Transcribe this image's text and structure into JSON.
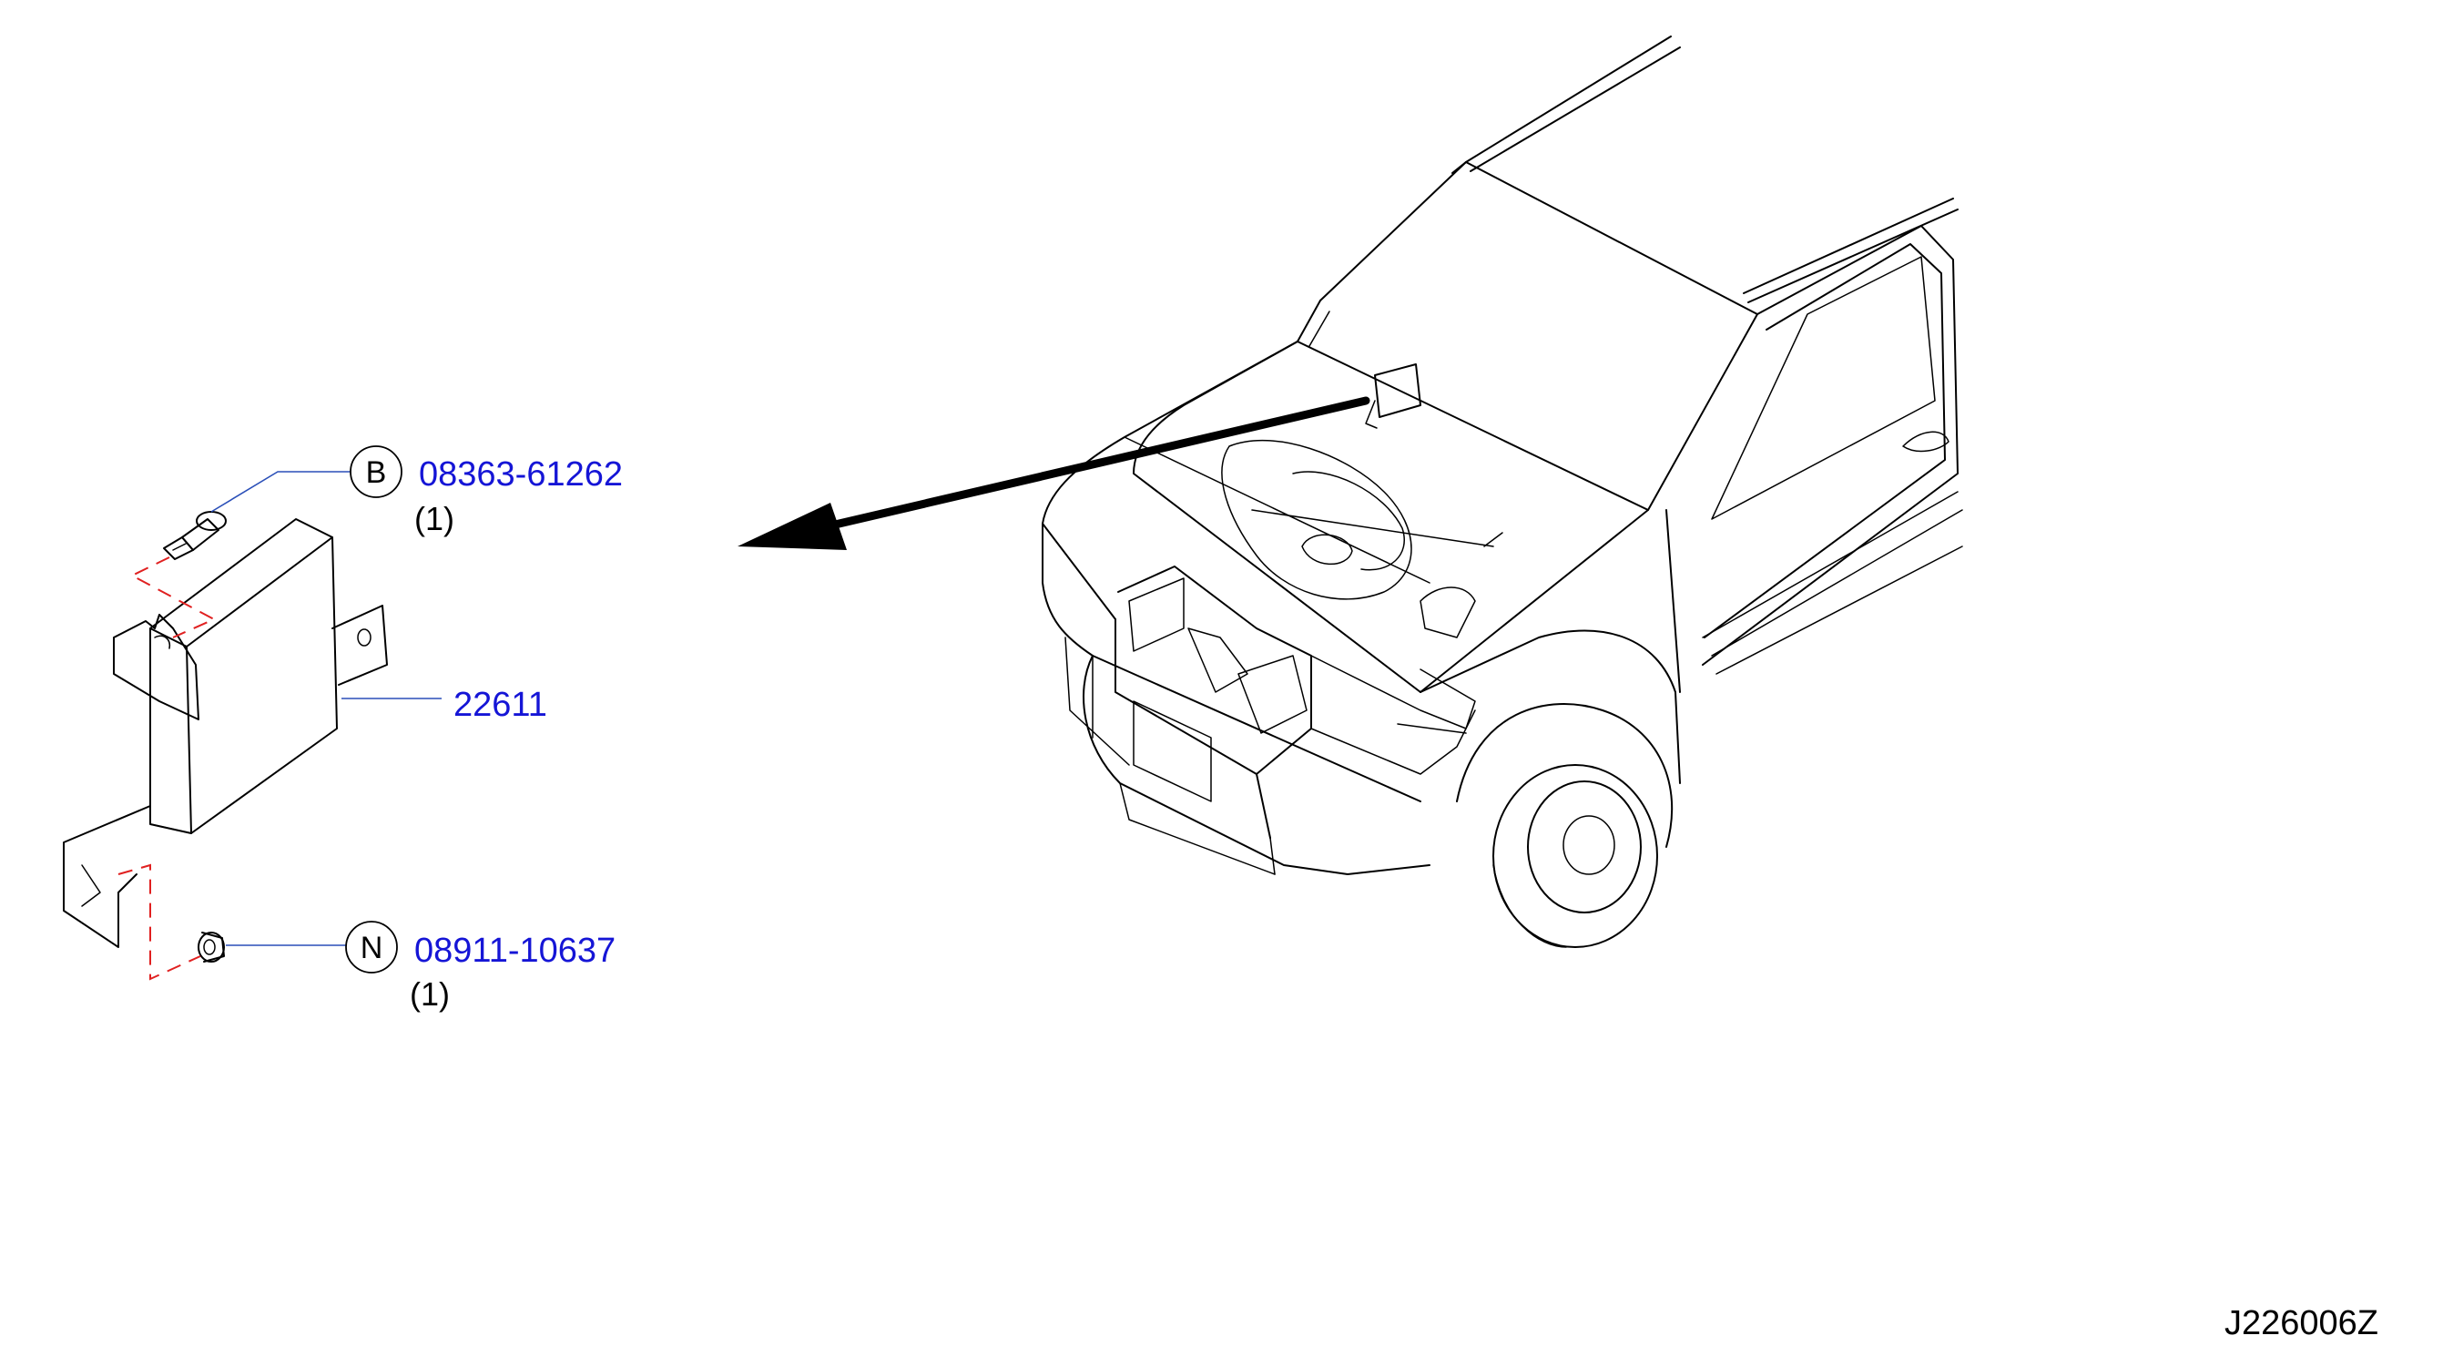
{
  "parts": {
    "bolt": {
      "code": "B",
      "part_number": "08363-61262",
      "quantity": "(1)"
    },
    "unit": {
      "part_number": "22611"
    },
    "nut": {
      "code": "N",
      "part_number": "08911-10637",
      "quantity": "(1)"
    }
  },
  "figure_id": "J226006Z",
  "colors": {
    "part_number_text": "#1515d6",
    "leader_line": "#2a4fb8",
    "mounting_dash": "#e02020",
    "outline": "#000000"
  }
}
